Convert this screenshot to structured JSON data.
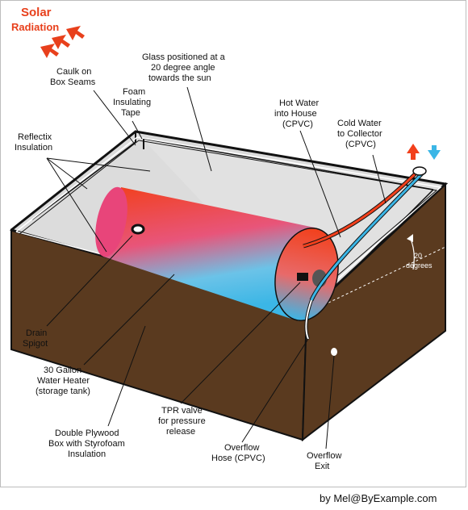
{
  "title": {
    "line1": "Solar",
    "line2": "Radiation"
  },
  "labels": {
    "caulk": [
      "Caulk on",
      "Box Seams"
    ],
    "glass": [
      "Glass positioned at a",
      "20 degree angle",
      "towards the sun"
    ],
    "foam": [
      "Foam",
      "Insulating",
      "Tape"
    ],
    "hot_water": [
      "Hot Water",
      "into House",
      "(CPVC)"
    ],
    "cold_water": [
      "Cold Water",
      "to Collector",
      "(CPVC)"
    ],
    "reflectix": [
      "Reflectix",
      "Insulation"
    ],
    "angle": [
      "20",
      "degrees"
    ],
    "drain": [
      "Drain",
      "Spigot"
    ],
    "heater": [
      "30 Gallon",
      "Water Heater",
      "(storage tank)"
    ],
    "box": [
      "Double Plywood",
      "Box with Styrofoam",
      "Insulation"
    ],
    "tpr": [
      "TPR valve",
      "for pressure",
      "release"
    ],
    "overflow_hose": [
      "Overflow",
      "Hose (CPVC)"
    ],
    "overflow_exit": [
      "Overflow",
      "Exit"
    ]
  },
  "credit": "by Mel@ByExample.com",
  "colors": {
    "hot": "#f2401c",
    "cold": "#3bb6e6",
    "wood": "#5a3a1f",
    "glass": "#dcdcdc",
    "frame": "#111111"
  }
}
